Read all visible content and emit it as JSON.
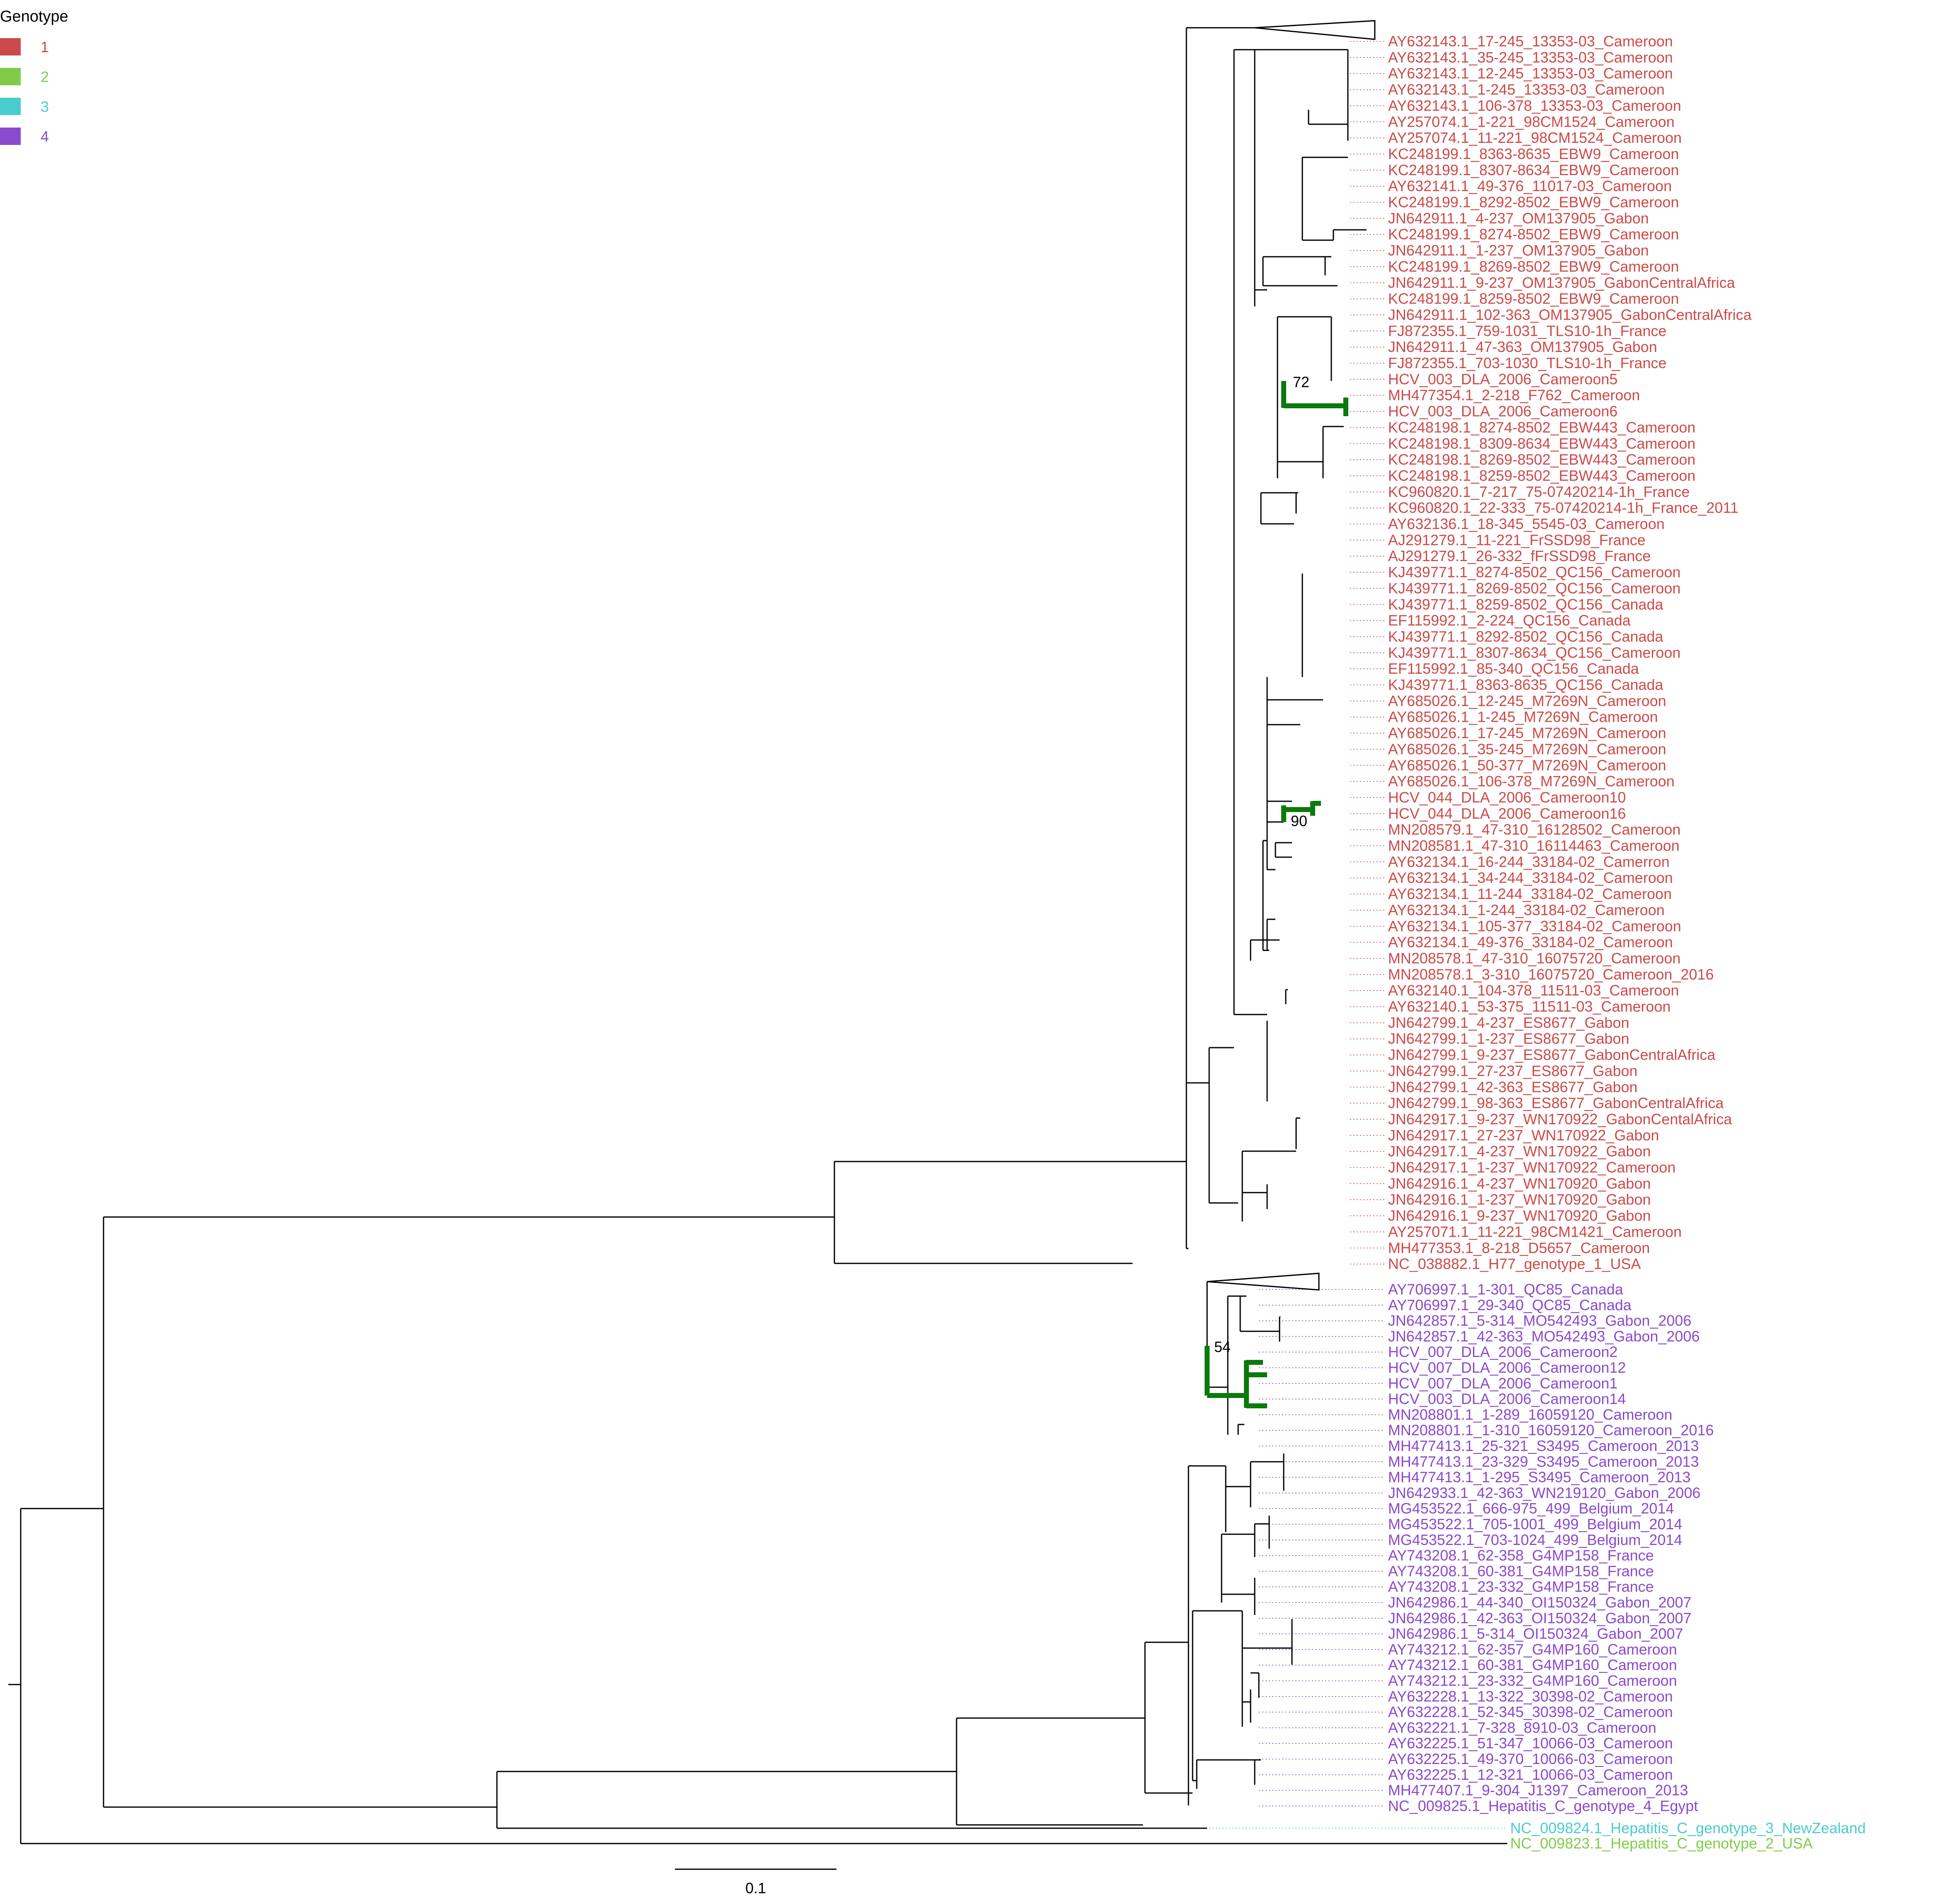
{
  "legend": {
    "title": "Genotype",
    "items": [
      {
        "label": "1",
        "color": "#cc4a4a"
      },
      {
        "label": "2",
        "color": "#80cc4a"
      },
      {
        "label": "3",
        "color": "#4acccc"
      },
      {
        "label": "4",
        "color": "#8a4acc"
      }
    ]
  },
  "scale_bar": {
    "label": "0.1"
  },
  "bootstrap": [
    "72",
    "90",
    "54"
  ],
  "tips": [
    {
      "label": "AY632143.1_17-245_13353-03_Cameroon",
      "g": 1
    },
    {
      "label": "AY632143.1_35-245_13353-03_Cameroon",
      "g": 1
    },
    {
      "label": "AY632143.1_12-245_13353-03_Cameroon",
      "g": 1
    },
    {
      "label": "AY632143.1_1-245_13353-03_Cameroon",
      "g": 1
    },
    {
      "label": "AY632143.1_106-378_13353-03_Cameroon",
      "g": 1
    },
    {
      "label": "AY257074.1_1-221_98CM1524_Cameroon",
      "g": 1
    },
    {
      "label": "AY257074.1_11-221_98CM1524_Cameroon",
      "g": 1
    },
    {
      "label": "KC248199.1_8363-8635_EBW9_Cameroon",
      "g": 1
    },
    {
      "label": "KC248199.1_8307-8634_EBW9_Cameroon",
      "g": 1
    },
    {
      "label": "AY632141.1_49-376_11017-03_Cameroon",
      "g": 1
    },
    {
      "label": "KC248199.1_8292-8502_EBW9_Cameroon",
      "g": 1
    },
    {
      "label": "JN642911.1_4-237_OM137905_Gabon",
      "g": 1
    },
    {
      "label": "KC248199.1_8274-8502_EBW9_Cameroon",
      "g": 1
    },
    {
      "label": "JN642911.1_1-237_OM137905_Gabon",
      "g": 1
    },
    {
      "label": "KC248199.1_8269-8502_EBW9_Cameroon",
      "g": 1
    },
    {
      "label": "JN642911.1_9-237_OM137905_GabonCentralAfrica",
      "g": 1
    },
    {
      "label": "KC248199.1_8259-8502_EBW9_Cameroon",
      "g": 1
    },
    {
      "label": "JN642911.1_102-363_OM137905_GabonCentralAfrica",
      "g": 1
    },
    {
      "label": "FJ872355.1_759-1031_TLS10-1h_France",
      "g": 1
    },
    {
      "label": "JN642911.1_47-363_OM137905_Gabon",
      "g": 1
    },
    {
      "label": "FJ872355.1_703-1030_TLS10-1h_France",
      "g": 1
    },
    {
      "label": "HCV_003_DLA_2006_Cameroon5",
      "g": 1
    },
    {
      "label": "MH477354.1_2-218_F762_Cameroon",
      "g": 1
    },
    {
      "label": "HCV_003_DLA_2006_Cameroon6",
      "g": 1
    },
    {
      "label": "KC248198.1_8274-8502_EBW443_Cameroon",
      "g": 1
    },
    {
      "label": "KC248198.1_8309-8634_EBW443_Cameroon",
      "g": 1
    },
    {
      "label": "KC248198.1_8269-8502_EBW443_Cameroon",
      "g": 1
    },
    {
      "label": "KC248198.1_8259-8502_EBW443_Cameroon",
      "g": 1
    },
    {
      "label": "KC960820.1_7-217_75-07420214-1h_France",
      "g": 1
    },
    {
      "label": "KC960820.1_22-333_75-07420214-1h_France_2011",
      "g": 1
    },
    {
      "label": "AY632136.1_18-345_5545-03_Cameroon",
      "g": 1
    },
    {
      "label": "AJ291279.1_11-221_FrSSD98_France",
      "g": 1
    },
    {
      "label": "AJ291279.1_26-332_fFrSSD98_France",
      "g": 1
    },
    {
      "label": "KJ439771.1_8274-8502_QC156_Cameroon",
      "g": 1
    },
    {
      "label": "KJ439771.1_8269-8502_QC156_Cameroon",
      "g": 1
    },
    {
      "label": "KJ439771.1_8259-8502_QC156_Canada",
      "g": 1
    },
    {
      "label": "EF115992.1_2-224_QC156_Canada",
      "g": 1
    },
    {
      "label": "KJ439771.1_8292-8502_QC156_Canada",
      "g": 1
    },
    {
      "label": "KJ439771.1_8307-8634_QC156_Cameroon",
      "g": 1
    },
    {
      "label": "EF115992.1_85-340_QC156_Canada",
      "g": 1
    },
    {
      "label": "KJ439771.1_8363-8635_QC156_Canada",
      "g": 1
    },
    {
      "label": "AY685026.1_12-245_M7269N_Cameroon",
      "g": 1
    },
    {
      "label": "AY685026.1_1-245_M7269N_Cameroon",
      "g": 1
    },
    {
      "label": "AY685026.1_17-245_M7269N_Cameroon",
      "g": 1
    },
    {
      "label": "AY685026.1_35-245_M7269N_Cameroon",
      "g": 1
    },
    {
      "label": "AY685026.1_50-377_M7269N_Cameroon",
      "g": 1
    },
    {
      "label": "AY685026.1_106-378_M7269N_Cameroon",
      "g": 1
    },
    {
      "label": "HCV_044_DLA_2006_Cameroon10",
      "g": 1
    },
    {
      "label": "HCV_044_DLA_2006_Cameroon16",
      "g": 1
    },
    {
      "label": "MN208579.1_47-310_16128502_Cameroon",
      "g": 1
    },
    {
      "label": "MN208581.1_47-310_16114463_Cameroon",
      "g": 1
    },
    {
      "label": "AY632134.1_16-244_33184-02_Camerron",
      "g": 1
    },
    {
      "label": "AY632134.1_34-244_33184-02_Cameroon",
      "g": 1
    },
    {
      "label": "AY632134.1_11-244_33184-02_Cameroon",
      "g": 1
    },
    {
      "label": "AY632134.1_1-244_33184-02_Cameroon",
      "g": 1
    },
    {
      "label": "AY632134.1_105-377_33184-02_Cameroon",
      "g": 1
    },
    {
      "label": "AY632134.1_49-376_33184-02_Cameroon",
      "g": 1
    },
    {
      "label": "MN208578.1_47-310_16075720_Cameroon",
      "g": 1
    },
    {
      "label": "MN208578.1_3-310_16075720_Cameroon_2016",
      "g": 1
    },
    {
      "label": "AY632140.1_104-378_11511-03_Cameroon",
      "g": 1
    },
    {
      "label": "AY632140.1_53-375_11511-03_Cameroon",
      "g": 1
    },
    {
      "label": "JN642799.1_4-237_ES8677_Gabon",
      "g": 1
    },
    {
      "label": "JN642799.1_1-237_ES8677_Gabon",
      "g": 1
    },
    {
      "label": "JN642799.1_9-237_ES8677_GabonCentralAfrica",
      "g": 1
    },
    {
      "label": "JN642799.1_27-237_ES8677_Gabon",
      "g": 1
    },
    {
      "label": "JN642799.1_42-363_ES8677_Gabon",
      "g": 1
    },
    {
      "label": "JN642799.1_98-363_ES8677_GabonCentralAfrica",
      "g": 1
    },
    {
      "label": "JN642917.1_9-237_WN170922_GabonCentalAfrica",
      "g": 1
    },
    {
      "label": "JN642917.1_27-237_WN170922_Gabon",
      "g": 1
    },
    {
      "label": "JN642917.1_4-237_WN170922_Gabon",
      "g": 1
    },
    {
      "label": "JN642917.1_1-237_WN170922_Cameroon",
      "g": 1
    },
    {
      "label": "JN642916.1_4-237_WN170920_Gabon",
      "g": 1
    },
    {
      "label": "JN642916.1_1-237_WN170920_Gabon",
      "g": 1
    },
    {
      "label": "JN642916.1_9-237_WN170920_Gabon",
      "g": 1
    },
    {
      "label": "AY257071.1_11-221_98CM1421_Cameroon",
      "g": 1
    },
    {
      "label": "MH477353.1_8-218_D5657_Cameroon",
      "g": 1
    },
    {
      "label": "NC_038882.1_H77_genotype_1_USA",
      "g": 1
    },
    {
      "label": "AY706997.1_1-301_QC85_Canada",
      "g": 4
    },
    {
      "label": "AY706997.1_29-340_QC85_Canada",
      "g": 4
    },
    {
      "label": "JN642857.1_5-314_MO542493_Gabon_2006",
      "g": 4
    },
    {
      "label": "JN642857.1_42-363_MO542493_Gabon_2006",
      "g": 4
    },
    {
      "label": "HCV_007_DLA_2006_Cameroon2",
      "g": 4
    },
    {
      "label": "HCV_007_DLA_2006_Cameroon12",
      "g": 4
    },
    {
      "label": "HCV_007_DLA_2006_Cameroon1",
      "g": 4
    },
    {
      "label": "HCV_003_DLA_2006_Cameroon14",
      "g": 4
    },
    {
      "label": "MN208801.1_1-289_16059120_Cameroon",
      "g": 4
    },
    {
      "label": "MN208801.1_1-310_16059120_Cameroon_2016",
      "g": 4
    },
    {
      "label": "MH477413.1_25-321_S3495_Cameroon_2013",
      "g": 4
    },
    {
      "label": "MH477413.1_23-329_S3495_Cameroon_2013",
      "g": 4
    },
    {
      "label": "MH477413.1_1-295_S3495_Cameroon_2013",
      "g": 4
    },
    {
      "label": "JN642933.1_42-363_WN219120_Gabon_2006",
      "g": 4
    },
    {
      "label": "MG453522.1_666-975_499_Belgium_2014",
      "g": 4
    },
    {
      "label": "MG453522.1_705-1001_499_Belgium_2014",
      "g": 4
    },
    {
      "label": "MG453522.1_703-1024_499_Belgium_2014",
      "g": 4
    },
    {
      "label": "AY743208.1_62-358_G4MP158_France",
      "g": 4
    },
    {
      "label": "AY743208.1_60-381_G4MP158_France",
      "g": 4
    },
    {
      "label": "AY743208.1_23-332_G4MP158_France",
      "g": 4
    },
    {
      "label": "JN642986.1_44-340_OI150324_Gabon_2007",
      "g": 4
    },
    {
      "label": "JN642986.1_42-363_OI150324_Gabon_2007",
      "g": 4
    },
    {
      "label": "JN642986.1_5-314_OI150324_Gabon_2007",
      "g": 4
    },
    {
      "label": "AY743212.1_62-357_G4MP160_Cameroon",
      "g": 4
    },
    {
      "label": "AY743212.1_60-381_G4MP160_Cameroon",
      "g": 4
    },
    {
      "label": "AY743212.1_23-332_G4MP160_Cameroon",
      "g": 4
    },
    {
      "label": "AY632228.1_13-322_30398-02_Cameroon",
      "g": 4
    },
    {
      "label": "AY632228.1_52-345_30398-02_Cameroon",
      "g": 4
    },
    {
      "label": "AY632221.1_7-328_8910-03_Cameroon",
      "g": 4
    },
    {
      "label": "AY632225.1_51-347_10066-03_Cameroon",
      "g": 4
    },
    {
      "label": "AY632225.1_49-370_10066-03_Cameroon",
      "g": 4
    },
    {
      "label": "AY632225.1_12-321_10066-03_Cameroon",
      "g": 4
    },
    {
      "label": "MH477407.1_9-304_J1397_Cameroon_2013",
      "g": 4
    },
    {
      "label": "NC_009825.1_Hepatitis_C_genotype_4_Egypt",
      "g": 4
    },
    {
      "label": "NC_009824.1_Hepatitis_C_genotype_3_NewZealand",
      "g": 3
    },
    {
      "label": "NC_009823.1_Hepatitis_C_genotype_2_USA",
      "g": 2
    }
  ]
}
